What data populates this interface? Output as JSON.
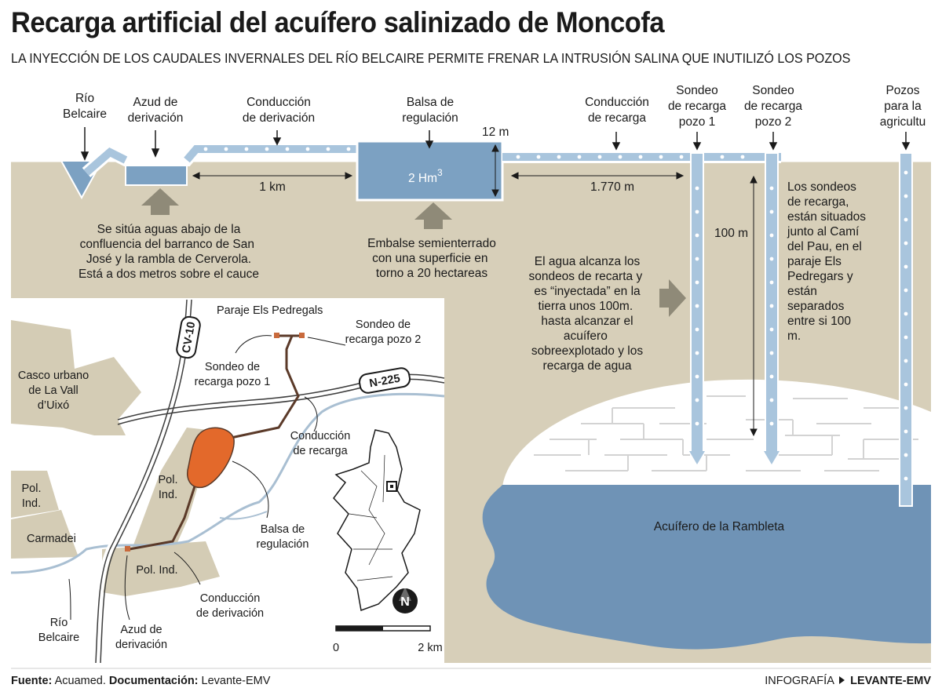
{
  "header": {
    "title": "Recarga artificial del acuífero salinizado de Moncofa",
    "subtitle": "LA INYECCIÓN DE LOS CAUDALES INVERNALES DEL RÍO BELCAIRE PERMITE FRENAR LA INTRUSIÓN SALINA QUE INUTILIZÓ LOS POZOS"
  },
  "profile": {
    "rio": [
      "Río",
      "Belcaire"
    ],
    "azud": [
      "Azud de",
      "derivación"
    ],
    "conduccion_derivacion": [
      "Conducción",
      "de derivación"
    ],
    "balsa": [
      "Balsa de",
      "regulación"
    ],
    "conduccion_recarga": [
      "Conducción",
      "de recarga"
    ],
    "sondeo1": [
      "Sondeo",
      "de recarga",
      "pozo 1"
    ],
    "sondeo2": [
      "Sondeo",
      "de recarga",
      "pozo 2"
    ],
    "pozos": [
      "Pozos",
      "para la",
      "agricultu"
    ],
    "depth_12": "12 m",
    "volume": "2 Hm",
    "volume_exp": "3",
    "dist_1km": "1 km",
    "dist_1770": "1.770 m",
    "depth_100": "100 m",
    "azud_note": [
      "Se sitúa aguas abajo de la",
      "confluencia del barranco de San",
      "José y la rambla de Cerverola.",
      "Está a dos metros sobre el cauce"
    ],
    "balsa_note": [
      "Embalse semienterrado",
      "con una superficie en",
      "torno a 20 hectareas"
    ],
    "inject_note": [
      "El agua alcanza los",
      "sondeos de recarta y",
      "es “inyectada” en la",
      "tierra unos 100m.",
      "hasta alcanzar el",
      "acuífero",
      "sobreexplotado y los",
      "recarga de agua"
    ],
    "sondeos_note": [
      "Los sondeos",
      "de recarga,",
      "están situados",
      "junto al Camí",
      "del Pau, en el",
      "paraje Els",
      "Pedregars y",
      "están",
      "separados",
      "entre si 100",
      "m."
    ],
    "aquifer": "Acuífero de la Rambleta"
  },
  "map": {
    "paraje": "Paraje Els Pedregals",
    "sondeo2": [
      "Sondeo de",
      "recarga pozo 2"
    ],
    "sondeo1": [
      "Sondeo de",
      "recarga pozo 1"
    ],
    "cv10": "CV-10",
    "n225": "N-225",
    "casco": [
      "Casco urbano",
      "de La Vall",
      "d’Uixó"
    ],
    "conduccion_recarga": [
      "Conducción",
      "de recarga"
    ],
    "pol_ind_1": [
      "Pol.",
      "Ind."
    ],
    "pol_ind_2": [
      "Pol.",
      "Ind."
    ],
    "pol_ind_3": "Pol. Ind.",
    "carmadei": "Carmadei",
    "balsa": [
      "Balsa de",
      "regulación"
    ],
    "conduccion_derivacion": [
      "Conducción",
      "de derivación"
    ],
    "rio": [
      "Río",
      "Belcaire"
    ],
    "azud": [
      "Azud de",
      "derivación"
    ],
    "north": "N",
    "scale_0": "0",
    "scale_2": "2 km"
  },
  "footer": {
    "fuente_label": "Fuente:",
    "fuente": "Acuamed.",
    "doc_label": "Documentación:",
    "doc": "Levante-EMV",
    "infografia": "INFOGRAFÍA",
    "brand": "LEVANTE-EMV"
  },
  "colors": {
    "ground": "#d7cfb9",
    "water": "#7ca1c2",
    "aquifer": "#6f93b6",
    "pipe": "#a9c5dd",
    "balsa_map": "#e3692b",
    "urban": "#d4ccb5"
  }
}
